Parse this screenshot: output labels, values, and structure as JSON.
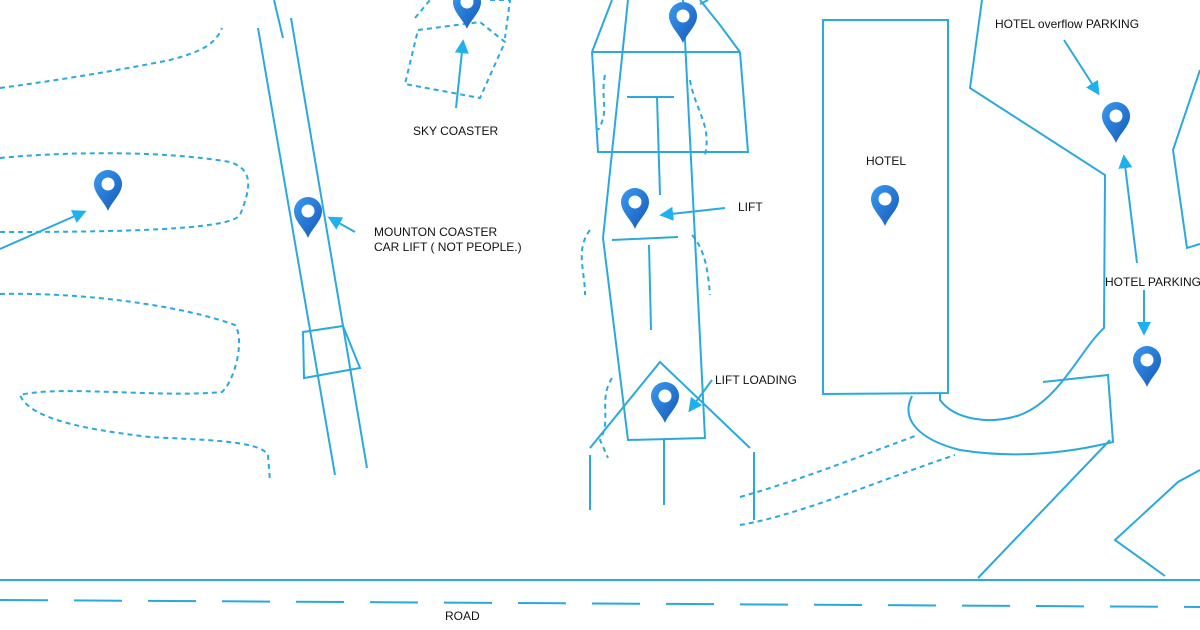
{
  "labels": {
    "sky_coaster": "SKY COASTER",
    "mounton_coaster_line1": "MOUNTON COASTER",
    "mounton_coaster_line2": "CAR LIFT ( NOT PEOPLE.)",
    "lift": "LIFT",
    "lift_loading": "LIFT LOADING",
    "hotel": "HOTEL",
    "hotel_overflow_parking": "HOTEL overflow PARKING",
    "hotel_parking": "HOTEL PARKING",
    "road": "ROAD"
  },
  "colors": {
    "line": "#2aa9df",
    "pin": "#1f7fe0",
    "pin_dark": "#1560c0"
  },
  "icons": {
    "pin": "map-pin-icon",
    "arrow": "arrow-icon"
  }
}
